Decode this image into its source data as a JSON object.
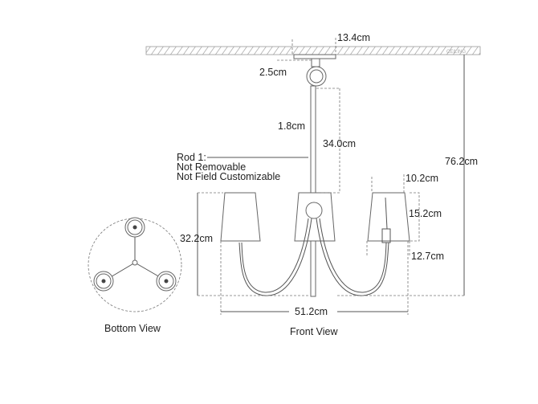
{
  "dimensions": {
    "canopy_width": "13.4cm",
    "canopy_height": "2.5cm",
    "rod_diameter": "1.8cm",
    "rod_length": "34.0cm",
    "overall_height": "76.2cm",
    "shade_top": "10.2cm",
    "shade_height": "15.2cm",
    "shade_bottom": "12.7cm",
    "body_height": "32.2cm",
    "overall_width": "51.2cm"
  },
  "rod_note": {
    "line1": "Rod 1:",
    "line2": "Not Removable",
    "line3": "Not Field Customizable"
  },
  "ceiling_label": "CEILING",
  "views": {
    "bottom": "Bottom View",
    "front": "Front View"
  }
}
